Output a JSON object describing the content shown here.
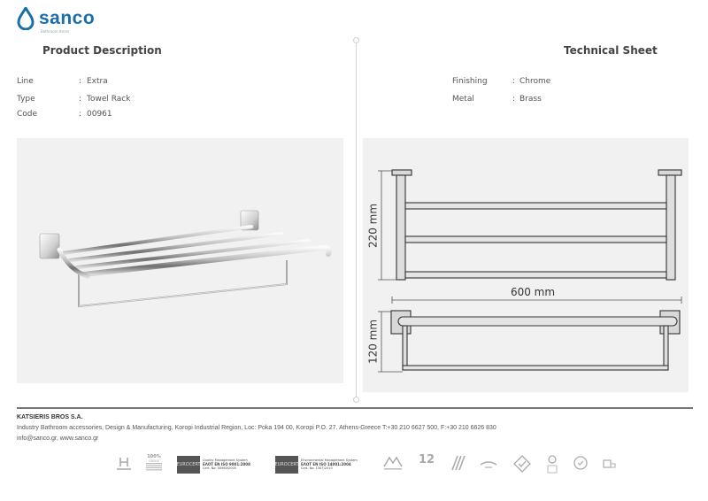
{
  "brand": {
    "name": "sanco",
    "tagline": "Bathroom Items",
    "color": "#1b6fa8"
  },
  "sections": {
    "left_title": "Product Description",
    "right_title": "Technical Sheet"
  },
  "specs_left": [
    {
      "key": "Line",
      "value": "Extra"
    },
    {
      "key": "Type",
      "value": "Towel Rack"
    },
    {
      "key": "Code",
      "value": "00961"
    }
  ],
  "specs_right": [
    {
      "key": "Finishing",
      "value": "Chrome"
    },
    {
      "key": "Metal",
      "value": "Brass"
    }
  ],
  "separator": ":",
  "dimensions": {
    "height": "220 mm",
    "width": "600 mm",
    "depth": "120 mm"
  },
  "footer": {
    "company": "KATSIERIS BROS S.A.",
    "address": "Industry Bathroom accessories, Design & Manufacturing, Koropi Industrial Region, Loc: Poka 194 00, Koropi P.O. 27. Athens-Greece   T:+30 210 6627 500, F:+30 210 6626 830",
    "contact": "info@sanco.gr, www.sanco.gr"
  },
  "certifications": [
    {
      "badge": "EUROCERT",
      "line1": "Quality Management System",
      "line2": "ΕΛΟΤ EN ISO 9001:2008",
      "line3": "Cert. No: 00960/2000"
    },
    {
      "badge": "EUROCERT",
      "line1": "Environmental Management System",
      "line2": "ΕΛΟΤ EN ISO 14001:2004",
      "line3": "Cert. No: 1307/2010"
    }
  ],
  "icons": {
    "left": [
      "hotel-icon",
      "greek-flag-badge-icon"
    ],
    "right": [
      "design-icon",
      "warranty-12-years-icon",
      "chrome-finish-icon",
      "shine-icon",
      "easy-install-icon",
      "bulb-icon",
      "recycle-icon",
      "packaging-icon"
    ]
  },
  "badges": {
    "greek_100": "100%",
    "greek_sub": "GREEK",
    "warranty": "12"
  }
}
